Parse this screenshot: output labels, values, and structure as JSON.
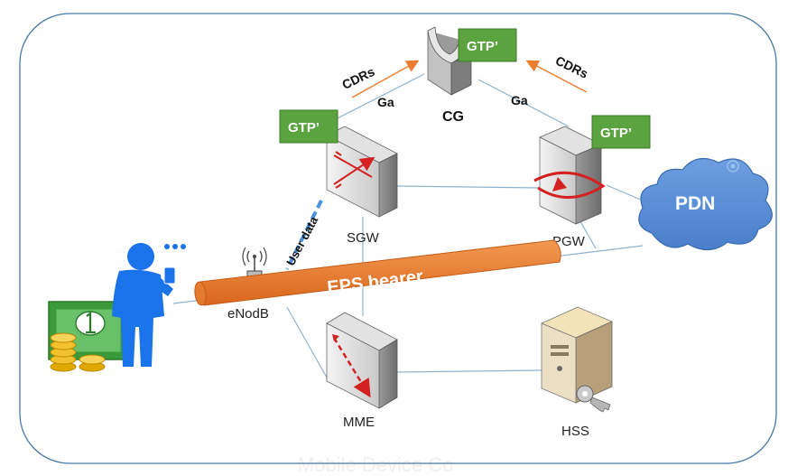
{
  "watermark": "Mobile Device Co",
  "nodes": {
    "cg": "CG",
    "sgw": "SGW",
    "pgw": "PGW",
    "pdn": "PDN",
    "enodeb": "eNodB",
    "mme": "MME",
    "hss": "HSS"
  },
  "badges": {
    "cg": "GTP’",
    "sgw": "GTP’",
    "pgw": "GTP’"
  },
  "links": {
    "ga_left": "Ga",
    "ga_right": "Ga",
    "cdrs_left": "CDRs",
    "cdrs_right": "CDRs",
    "user_data": "User data",
    "eps_bearer": "EPS bearer"
  },
  "colors": {
    "frame": "#4a7aa6",
    "gtp_badge": "#5aa33f",
    "bearer": "#ed7d31",
    "cdr_arrow": "#ed7d31",
    "cloud": "#5b8fd6",
    "person": "#1a73e8"
  }
}
